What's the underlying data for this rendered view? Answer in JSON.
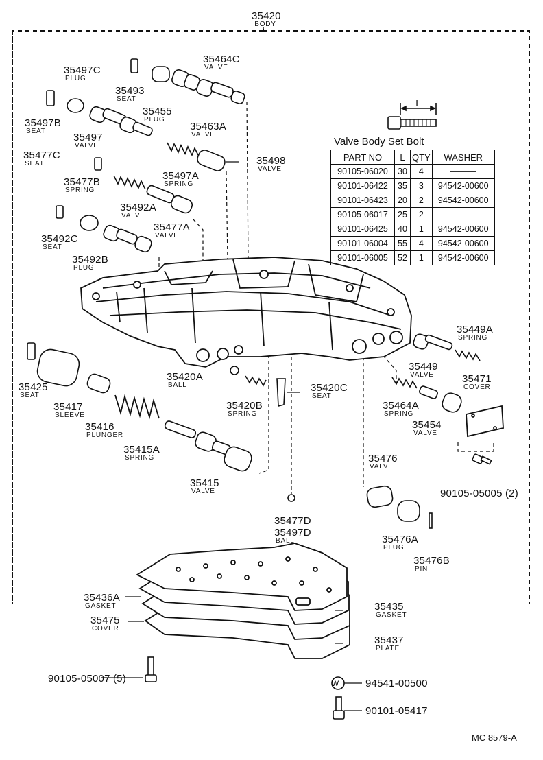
{
  "parts": {
    "body_no": "35420",
    "body_name": "BODY",
    "p35497C": "35497C",
    "p35497C_name": "PLUG",
    "p35493": "35493",
    "p35493_name": "SEAT",
    "p35455": "35455",
    "p35455_name": "PLUG",
    "p35464C": "35464C",
    "p35464C_name": "VALVE",
    "p35463A": "35463A",
    "p35463A_name": "VALVE",
    "p35497B": "35497B",
    "p35497B_name": "SEAT",
    "p35497": "35497",
    "p35497_name": "VALVE",
    "p35477C": "35477C",
    "p35477C_name": "SEAT",
    "p35497A": "35497A",
    "p35497A_name": "SPRING",
    "p35498": "35498",
    "p35498_name": "VALVE",
    "p35477B": "35477B",
    "p35477B_name": "SPRING",
    "p35492A": "35492A",
    "p35492A_name": "VALVE",
    "p35477A": "35477A",
    "p35477A_name": "VALVE",
    "p35492C": "35492C",
    "p35492C_name": "SEAT",
    "p35492B": "35492B",
    "p35492B_name": "PLUG",
    "p35449A": "35449A",
    "p35449A_name": "SPRING",
    "p35449": "35449",
    "p35449_name": "VALVE",
    "p35471": "35471",
    "p35471_name": "COVER",
    "p35464A": "35464A",
    "p35464A_name": "SPRING",
    "p35454": "35454",
    "p35454_name": "VALVE",
    "p35420A": "35420A",
    "p35420A_name": "BALL",
    "p35420C": "35420C",
    "p35420C_name": "SEAT",
    "p35420B": "35420B",
    "p35420B_name": "SPRING",
    "p35425": "35425",
    "p35425_name": "SEAT",
    "p35417": "35417",
    "p35417_name": "SLEEVE",
    "p35416": "35416",
    "p35416_name": "PLUNGER",
    "p35415A": "35415A",
    "p35415A_name": "SPRING",
    "p35415": "35415",
    "p35415_name": "VALVE",
    "p35477D": "35477D",
    "p35497D": "35497D",
    "p35477D_name": "BALL",
    "p35476": "35476",
    "p35476_name": "VALVE",
    "p90105_05005": "90105-05005  (2)",
    "p35476A": "35476A",
    "p35476A_name": "PLUG",
    "p35476B": "35476B",
    "p35476B_name": "PIN",
    "p35436A": "35436A",
    "p35436A_name": "GASKET",
    "p35475": "35475",
    "p35475_name": "COVER",
    "p35435": "35435",
    "p35435_name": "GASKET",
    "p35437": "35437",
    "p35437_name": "PLATE",
    "p90105_05007": "90105-05007  (5)",
    "p94541_00500": "94541-00500",
    "washer_symbol": "W",
    "p90101_05417": "90101-05417",
    "bolt_length_symbol": "L"
  },
  "bolt_table": {
    "title": "Valve Body Set Bolt",
    "headers": [
      "PART NO",
      "L",
      "QTY",
      "WASHER"
    ],
    "rows": [
      [
        "90105-06020",
        "30",
        "4",
        "———"
      ],
      [
        "90101-06422",
        "35",
        "3",
        "94542-00600"
      ],
      [
        "90101-06423",
        "20",
        "2",
        "94542-00600"
      ],
      [
        "90105-06017",
        "25",
        "2",
        "———"
      ],
      [
        "90101-06425",
        "40",
        "1",
        "94542-00600"
      ],
      [
        "90101-06004",
        "55",
        "4",
        "94542-00600"
      ],
      [
        "90101-06005",
        "52",
        "1",
        "94542-00600"
      ]
    ]
  },
  "footer": "MC 8579-A"
}
